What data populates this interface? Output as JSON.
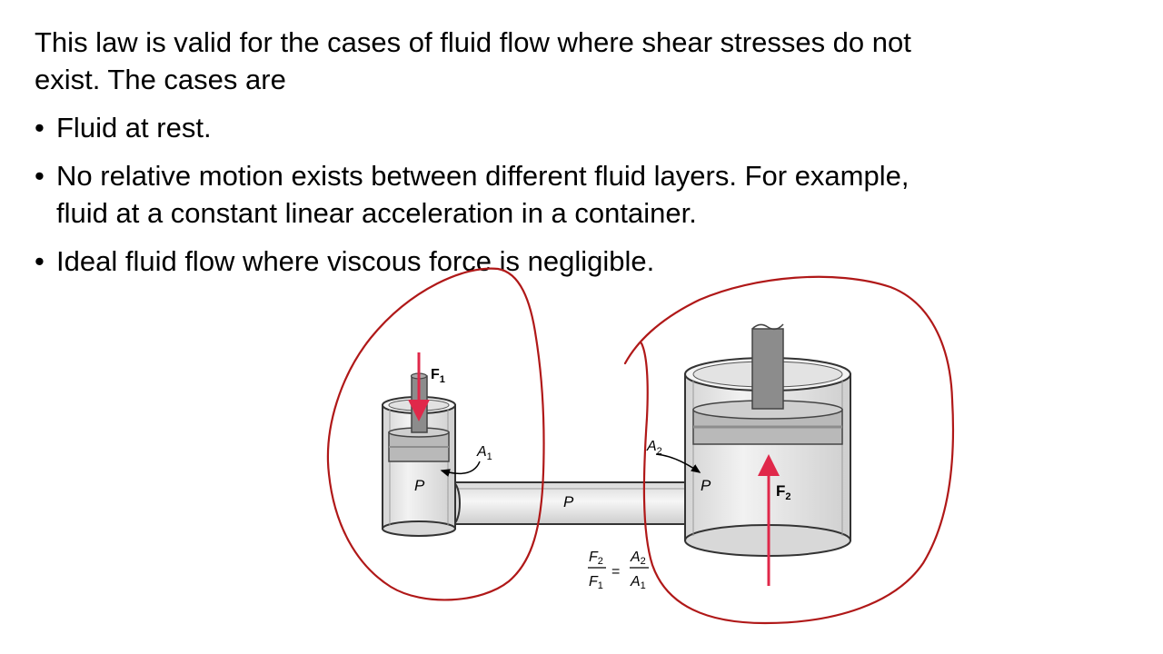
{
  "intro": {
    "line1": "This law is valid for the cases of fluid flow where shear stresses do not",
    "line2": "exist. The cases are"
  },
  "bullets": [
    {
      "bullet": "•",
      "text": "Fluid at rest."
    },
    {
      "bullet": "•",
      "line1": "No relative motion exists between different fluid layers. For example,",
      "line2": "fluid at a constant linear acceleration in a container."
    },
    {
      "bullet": "•",
      "text": "Ideal fluid flow where viscous force is negligible."
    }
  ],
  "diagram": {
    "f1_label": "F",
    "f1_sub": "1",
    "a1_label": "A",
    "a1_sub": "1",
    "p_left": "P",
    "p_pipe": "P",
    "p_right": "P",
    "a2_label": "A",
    "a2_sub": "2",
    "f2_label": "F",
    "f2_sub": "2",
    "formula": {
      "num_left": "F",
      "num_left_sub": "2",
      "den_left": "F",
      "den_left_sub": "1",
      "equals": "=",
      "num_right": "A",
      "num_right_sub": "2",
      "den_right": "A",
      "den_right_sub": "1"
    }
  },
  "colors": {
    "force_arrow": "#e0284a",
    "annotation": "#b01818",
    "cylinder_fill": "#e6e6e6",
    "rod": "#8c8c8c"
  }
}
